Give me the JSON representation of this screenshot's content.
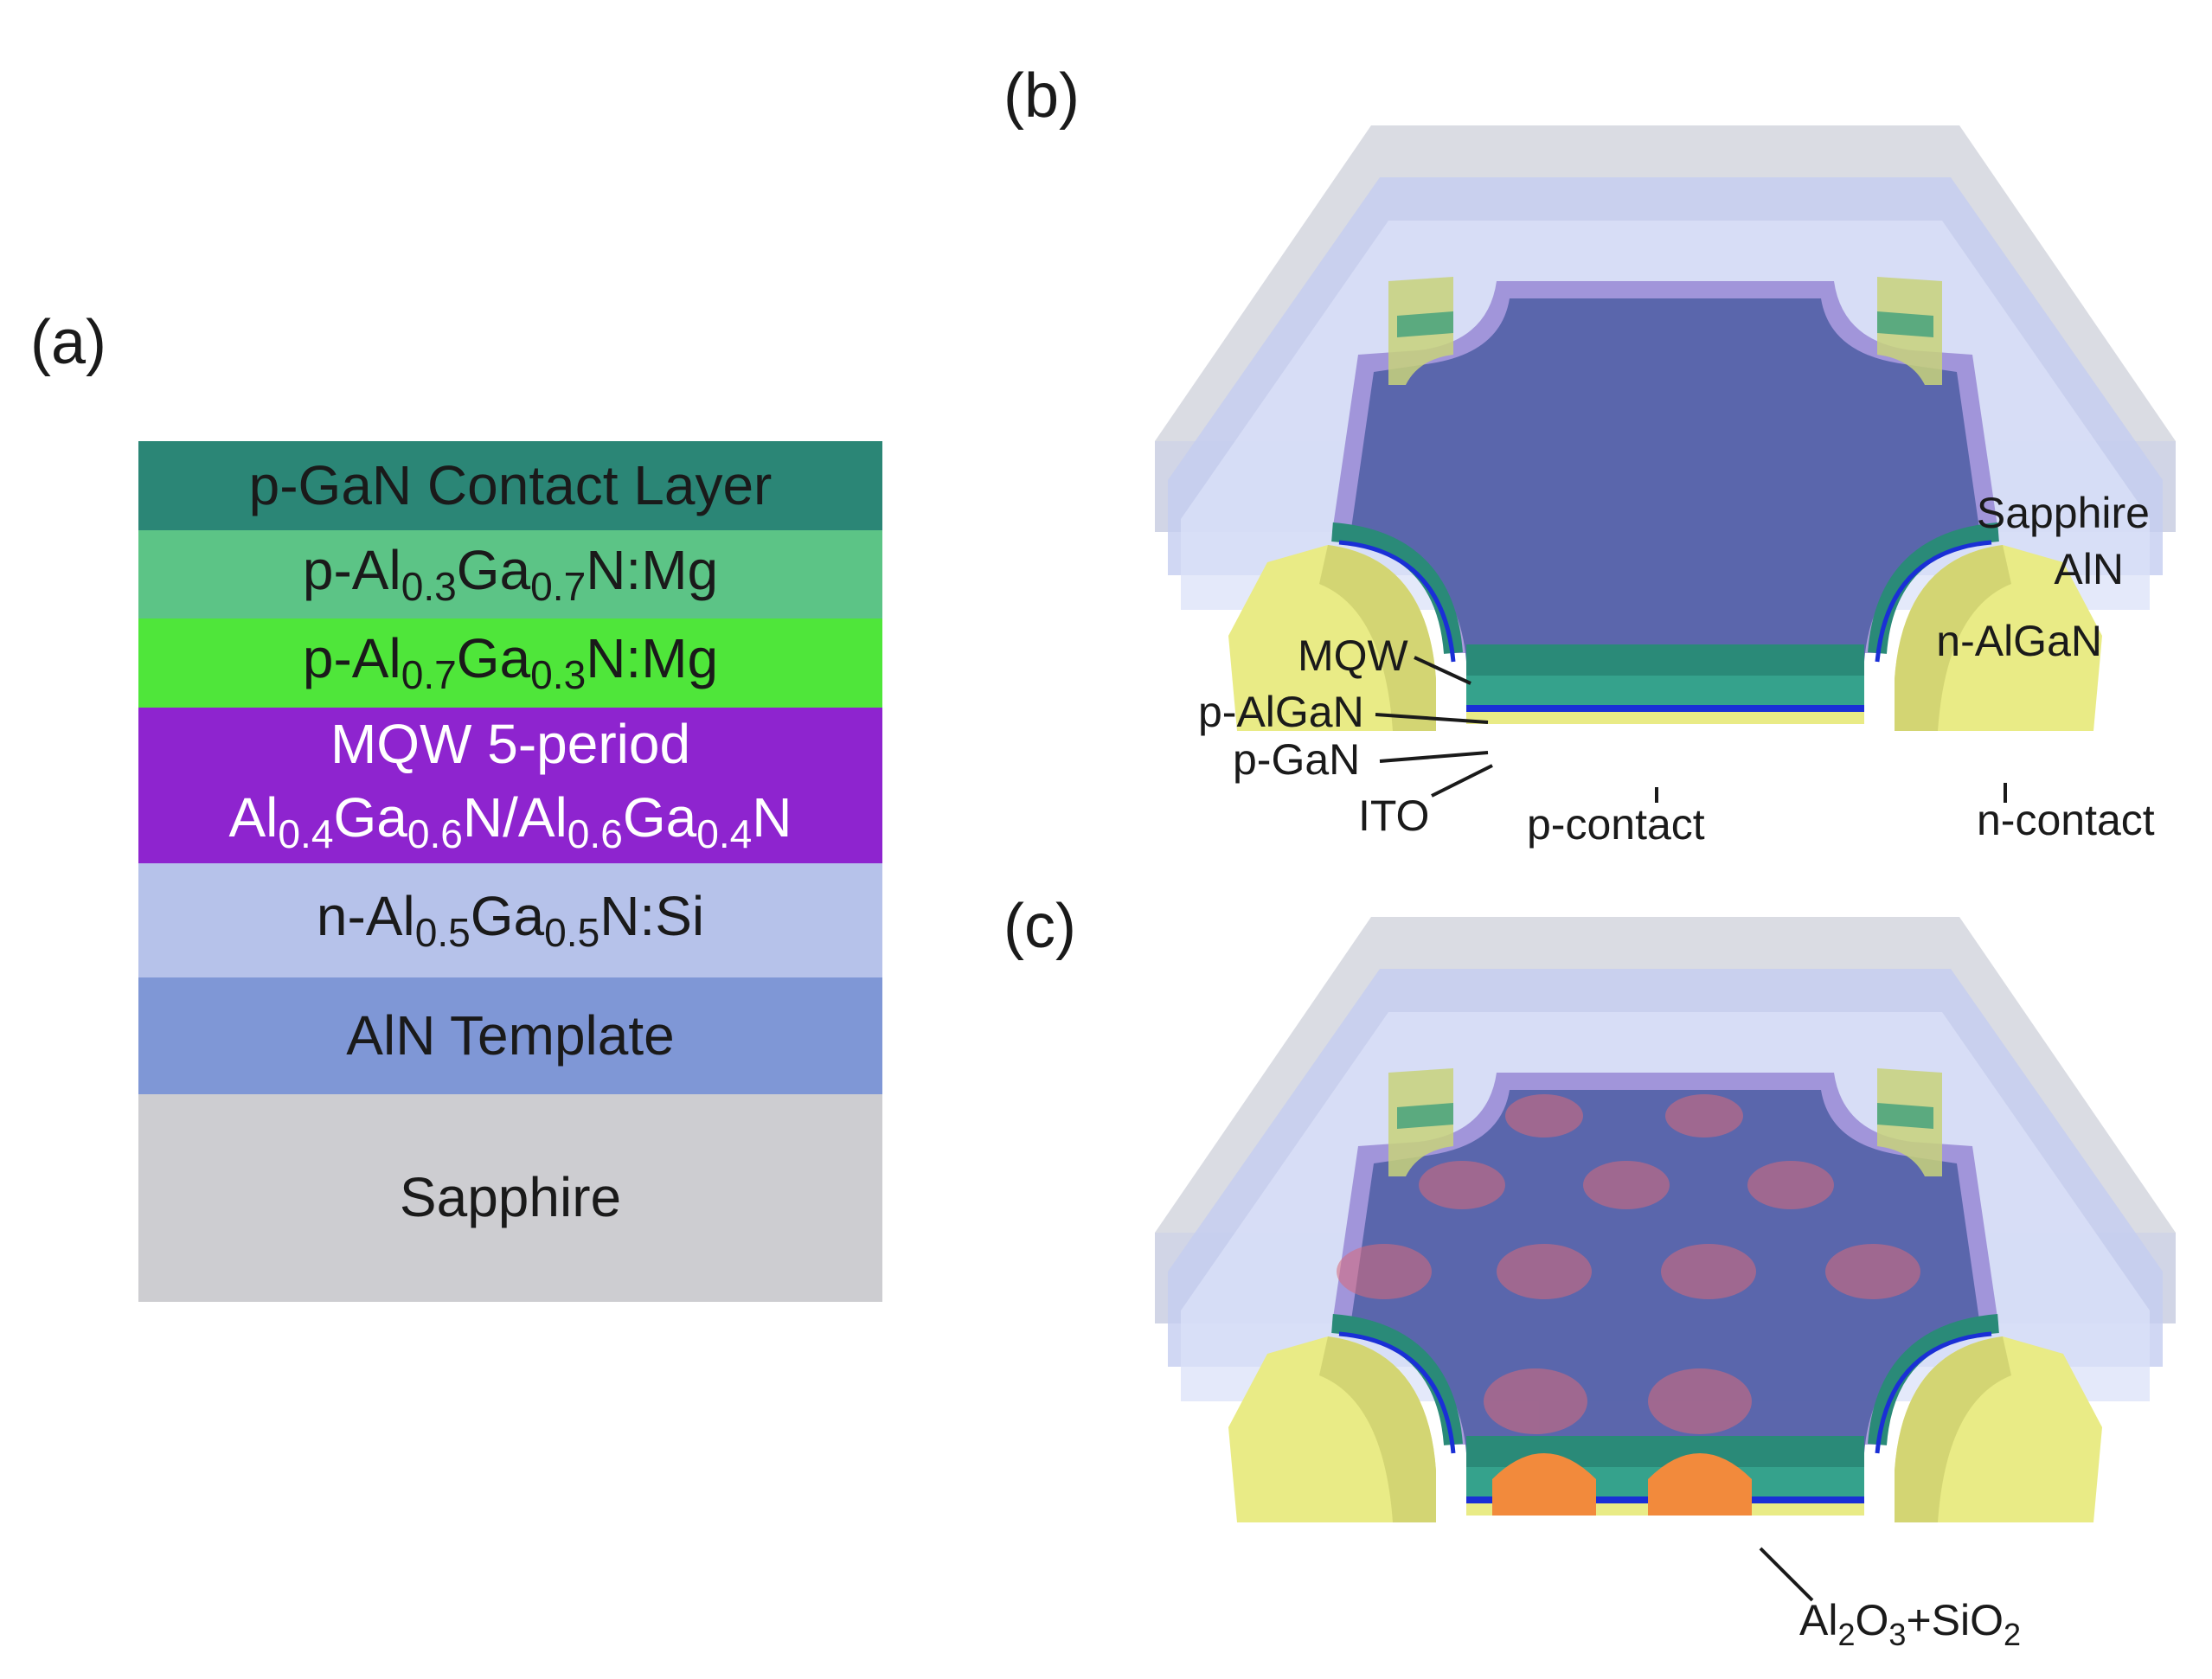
{
  "panels": {
    "a": "(a)",
    "b": "(b)",
    "c": "(c)"
  },
  "stack": {
    "l1": "p-GaN Contact Layer",
    "l2": {
      "pre": "p-Al",
      "s1": "0.3",
      "mid": "Ga",
      "s2": "0.7",
      "post": "N:Mg"
    },
    "l3": {
      "pre": "p-Al",
      "s1": "0.7",
      "mid": "Ga",
      "s2": "0.3",
      "post": "N:Mg"
    },
    "l4": {
      "line1": "MQW 5-period",
      "a": "Al",
      "as1": "0.4",
      "ag": "Ga",
      "as2": "0.6",
      "an": "N/Al",
      "bs1": "0.6",
      "bg": "Ga",
      "bs2": "0.4",
      "bn": "N"
    },
    "l5": {
      "pre": "n-Al",
      "s1": "0.5",
      "mid": "Ga",
      "s2": "0.5",
      "post": "N:Si"
    },
    "l6": "AlN Template",
    "l7": "Sapphire"
  },
  "b_labels": {
    "sapphire": "Sapphire",
    "aln": "AlN",
    "nalgan": "n-AlGaN",
    "mqw": "MQW",
    "palgan": "p-AlGaN",
    "pgan": "p-GaN",
    "ito": "ITO",
    "pcontact": "p-contact",
    "ncontact": "n-contact"
  },
  "c_labels": {
    "ox_a": "Al",
    "ox_s1": "2",
    "ox_b": "O",
    "ox_s2": "3",
    "ox_c": "+SiO",
    "ox_s3": "2"
  },
  "colors": {
    "sapphire": "#d4d6de",
    "aln": "#c4cdf0",
    "nalgan": "#dbe2f8",
    "mesa_top": "#5261a6",
    "mqw_purple": "#8f7cd0",
    "pgan_green": "#2a8a78",
    "ito_blue": "#1a2fd6",
    "contact_yellow": "#e9eb86",
    "oxide_orange": "#f28a3c",
    "oxide_red": "#d86a7a"
  }
}
